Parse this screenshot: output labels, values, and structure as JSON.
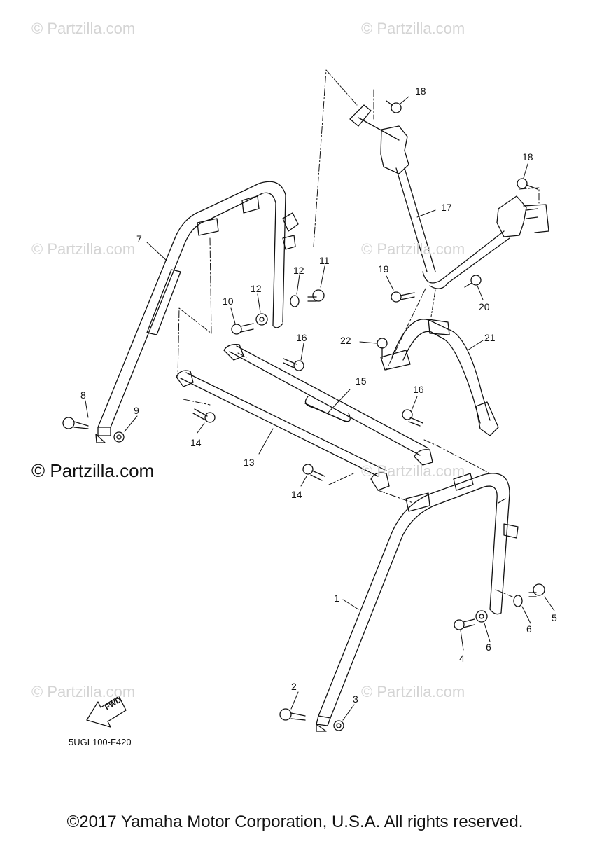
{
  "watermarks": {
    "small": "© Partzilla.com",
    "large": "© Partzilla.com"
  },
  "callouts": {
    "c1": "1",
    "c2": "2",
    "c3": "3",
    "c4": "4",
    "c5": "5",
    "c6a": "6",
    "c6b": "6",
    "c7": "7",
    "c8": "8",
    "c9": "9",
    "c10": "10",
    "c11": "11",
    "c12a": "12",
    "c12b": "12",
    "c13": "13",
    "c14a": "14",
    "c14b": "14",
    "c15": "15",
    "c16a": "16",
    "c16b": "16",
    "c17": "17",
    "c18a": "18",
    "c18b": "18",
    "c19": "19",
    "c20": "20",
    "c21": "21",
    "c22": "22"
  },
  "fwd_label": "FWD",
  "diagram_code": "5UGL100-F420",
  "copyright": "©2017 Yamaha Motor Corporation, U.S.A. All rights reserved.",
  "colors": {
    "line": "#111111",
    "watermark": "#d4d4d4",
    "background": "#ffffff"
  }
}
